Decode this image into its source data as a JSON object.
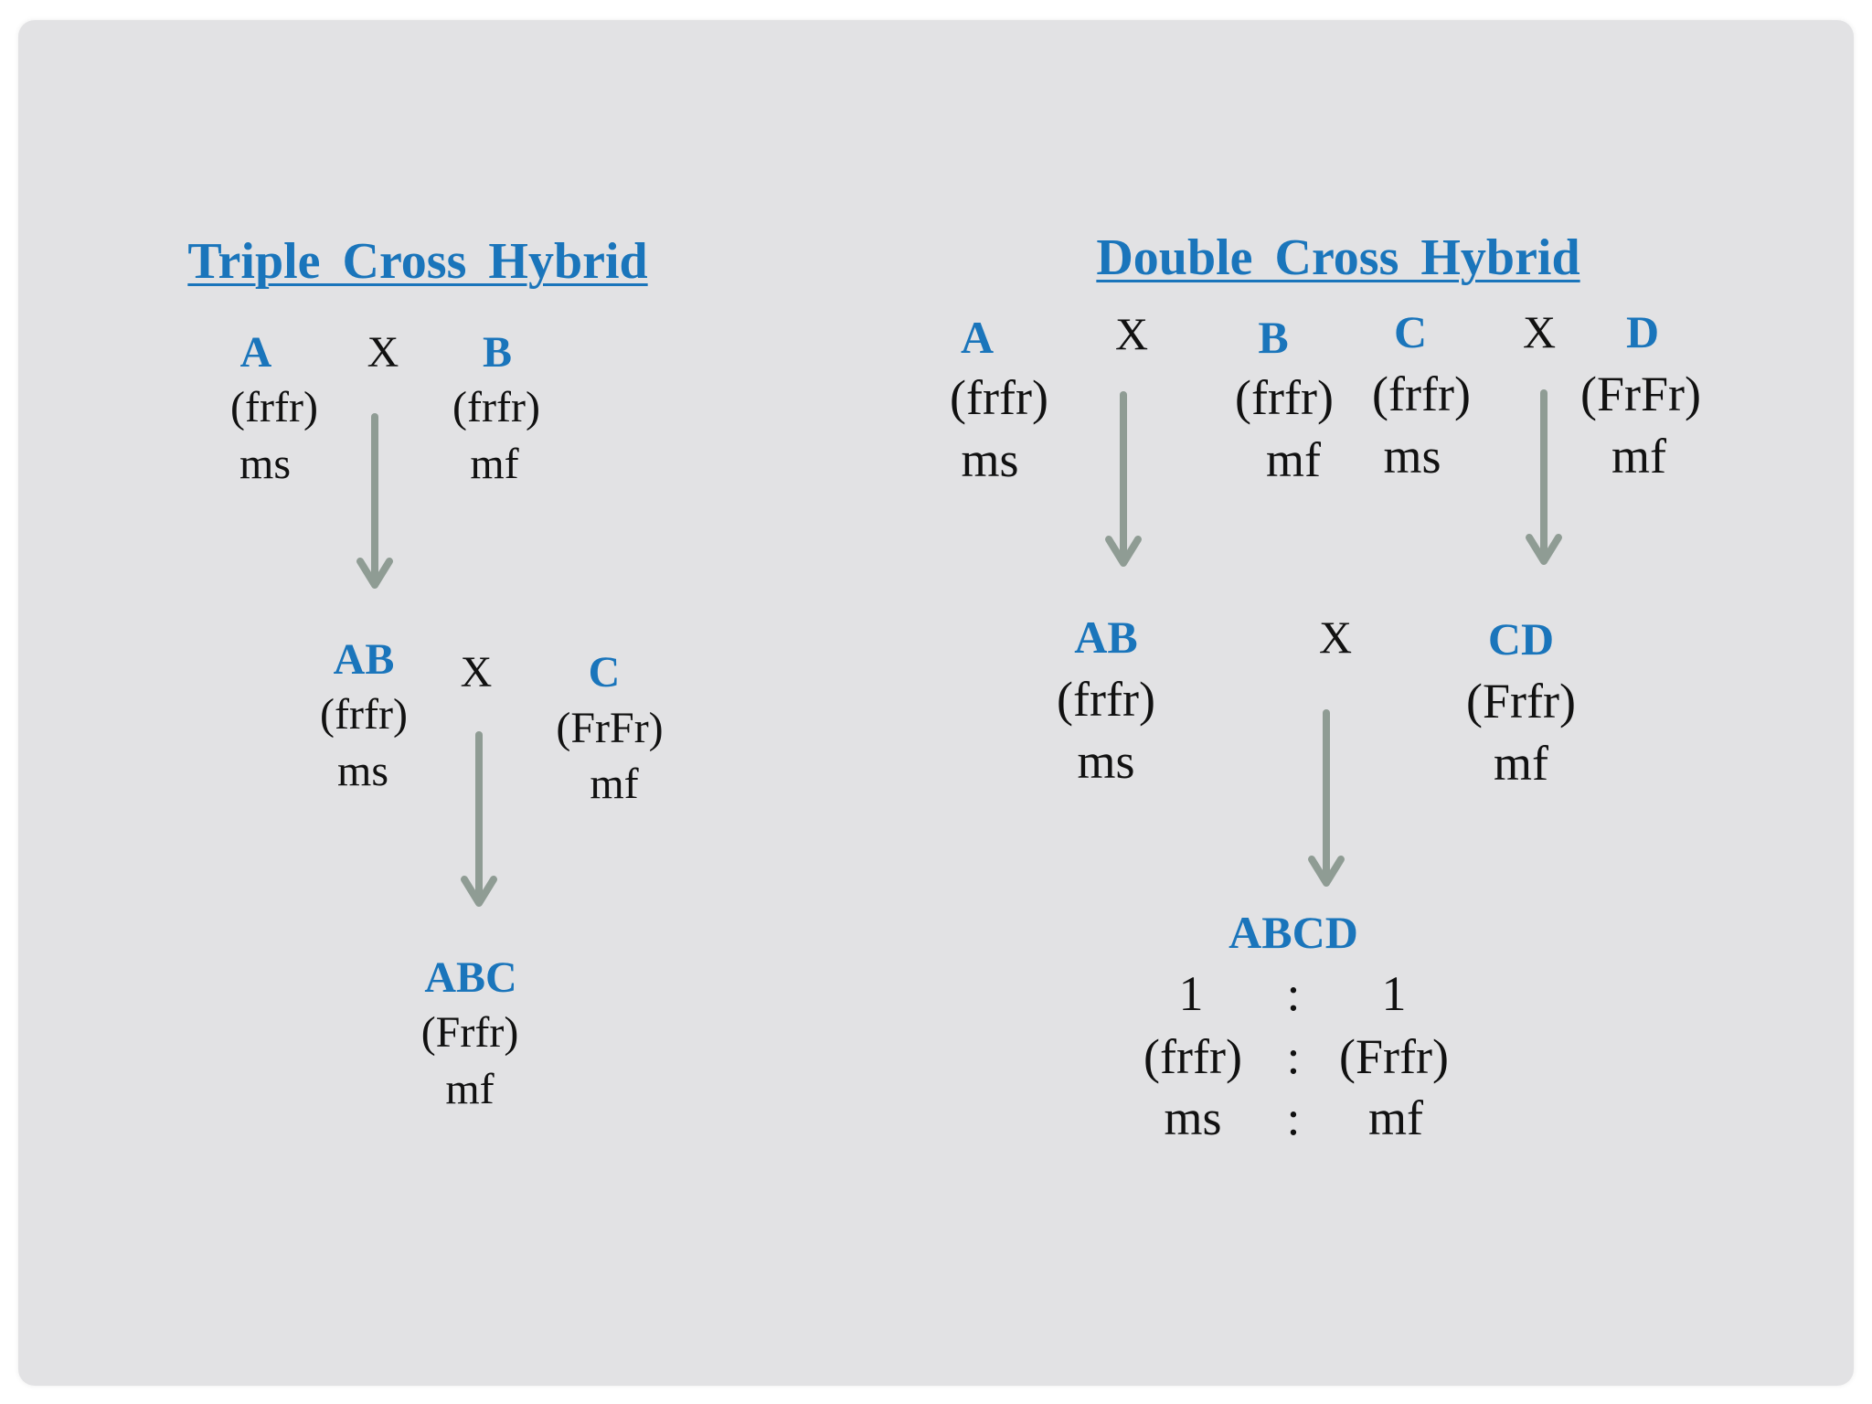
{
  "colors": {
    "slide_background": "#e2e2e4",
    "accent_blue": "#1a75bb",
    "text": "#111111",
    "arrow": "#8f9c94"
  },
  "triple": {
    "title": "Triple Cross Hybrid",
    "cross1": {
      "a": {
        "name": "A",
        "genotype": "(frfr)",
        "type": "ms"
      },
      "x": "X",
      "b": {
        "name": "B",
        "genotype": "(frfr)",
        "type": "mf"
      }
    },
    "cross2": {
      "ab": {
        "name": "AB",
        "genotype": "(frfr)",
        "type": "ms"
      },
      "x": "X",
      "c": {
        "name": "C",
        "genotype": "(FrFr)",
        "type": "mf"
      }
    },
    "result": {
      "name": "ABC",
      "genotype": "(Frfr)",
      "type": "mf"
    }
  },
  "double": {
    "title": "Double Cross Hybrid",
    "cross1": {
      "a": {
        "name": "A",
        "genotype": "(frfr)",
        "type": "ms"
      },
      "x": "X",
      "b": {
        "name": "B",
        "genotype": "(frfr)",
        "type": "mf"
      }
    },
    "cross2": {
      "c": {
        "name": "C",
        "genotype": "(frfr)",
        "type": "ms"
      },
      "x": "X",
      "d": {
        "name": "D",
        "genotype": "(FrFr)",
        "type": "mf"
      }
    },
    "cross3": {
      "ab": {
        "name": "AB",
        "genotype": "(frfr)",
        "type": "ms"
      },
      "x": "X",
      "cd": {
        "name": "CD",
        "genotype": "(Frfr)",
        "type": "mf"
      }
    },
    "result": {
      "name": "ABCD",
      "ratio_left": "1",
      "ratio_right": "1",
      "genotype_left": "(frfr)",
      "genotype_right": "(Frfr)",
      "type_left": "ms",
      "type_right": "mf",
      "separator": ":"
    }
  }
}
